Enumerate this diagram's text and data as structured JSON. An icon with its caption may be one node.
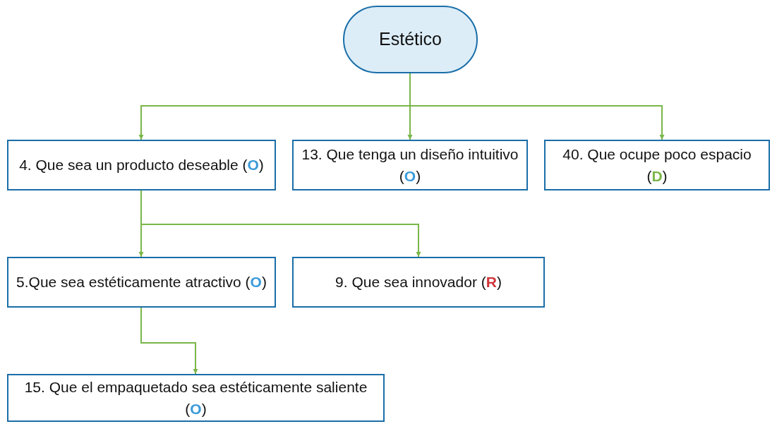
{
  "diagram": {
    "nodes": [
      {
        "text": [
          "Estético"
        ]
      },
      {
        "text": [
          "4. Que sea un producto deseable (**O**)"
        ]
      },
      {
        "text": [
          "13. Que tenga un diseño intuitivo (**O**)"
        ]
      },
      {
        "text": [
          "40. Que ocupe poco espacio (**D**)"
        ]
      },
      {
        "text": [
          "5.Que sea estéticamente atractivo (**O**)"
        ]
      },
      {
        "text": [
          "9. Que sea innovador (**R**)"
        ]
      },
      {
        "text": [
          "15. Que el empaquetado sea estéticamente saliente (**O**)"
        ]
      }
    ],
    "edges": [
      {
        "from": 0,
        "to": 1,
        "arrow": "to"
      },
      {
        "from": 0,
        "to": 2,
        "arrow": "to"
      },
      {
        "from": 0,
        "to": 3,
        "arrow": "to"
      },
      {
        "from": 1,
        "to": 4,
        "arrow": "to"
      },
      {
        "from": 1,
        "to": 5,
        "arrow": "to"
      },
      {
        "from": 4,
        "to": 6,
        "arrow": "to"
      }
    ]
  }
}
